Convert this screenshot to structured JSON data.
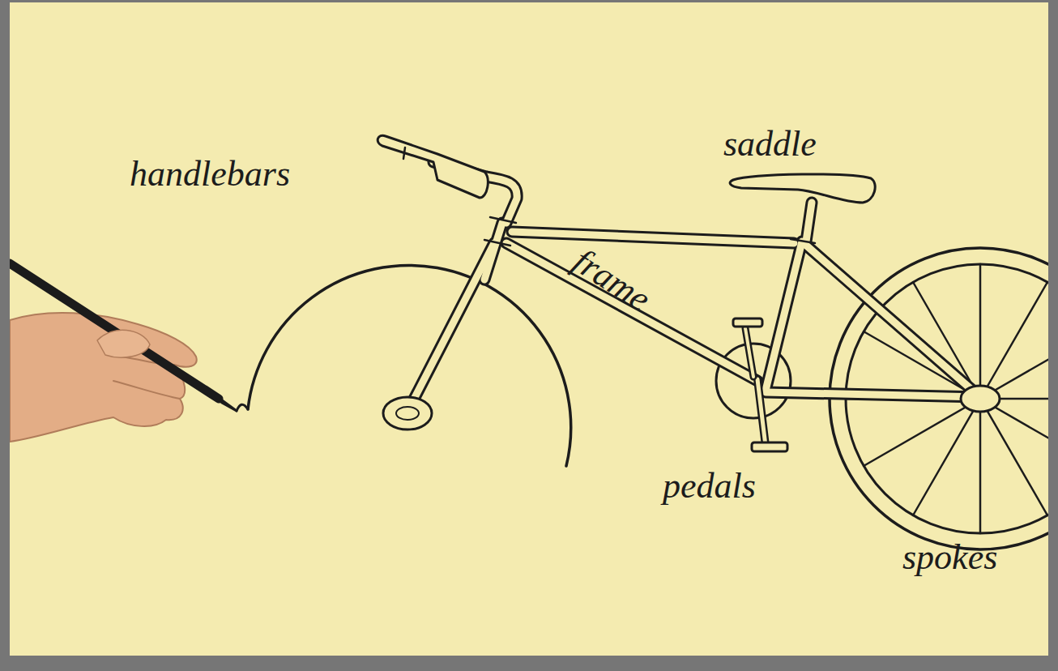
{
  "diagram": {
    "labels": [
      "handlebars",
      "saddle",
      "frame",
      "pedals",
      "spokes"
    ]
  }
}
